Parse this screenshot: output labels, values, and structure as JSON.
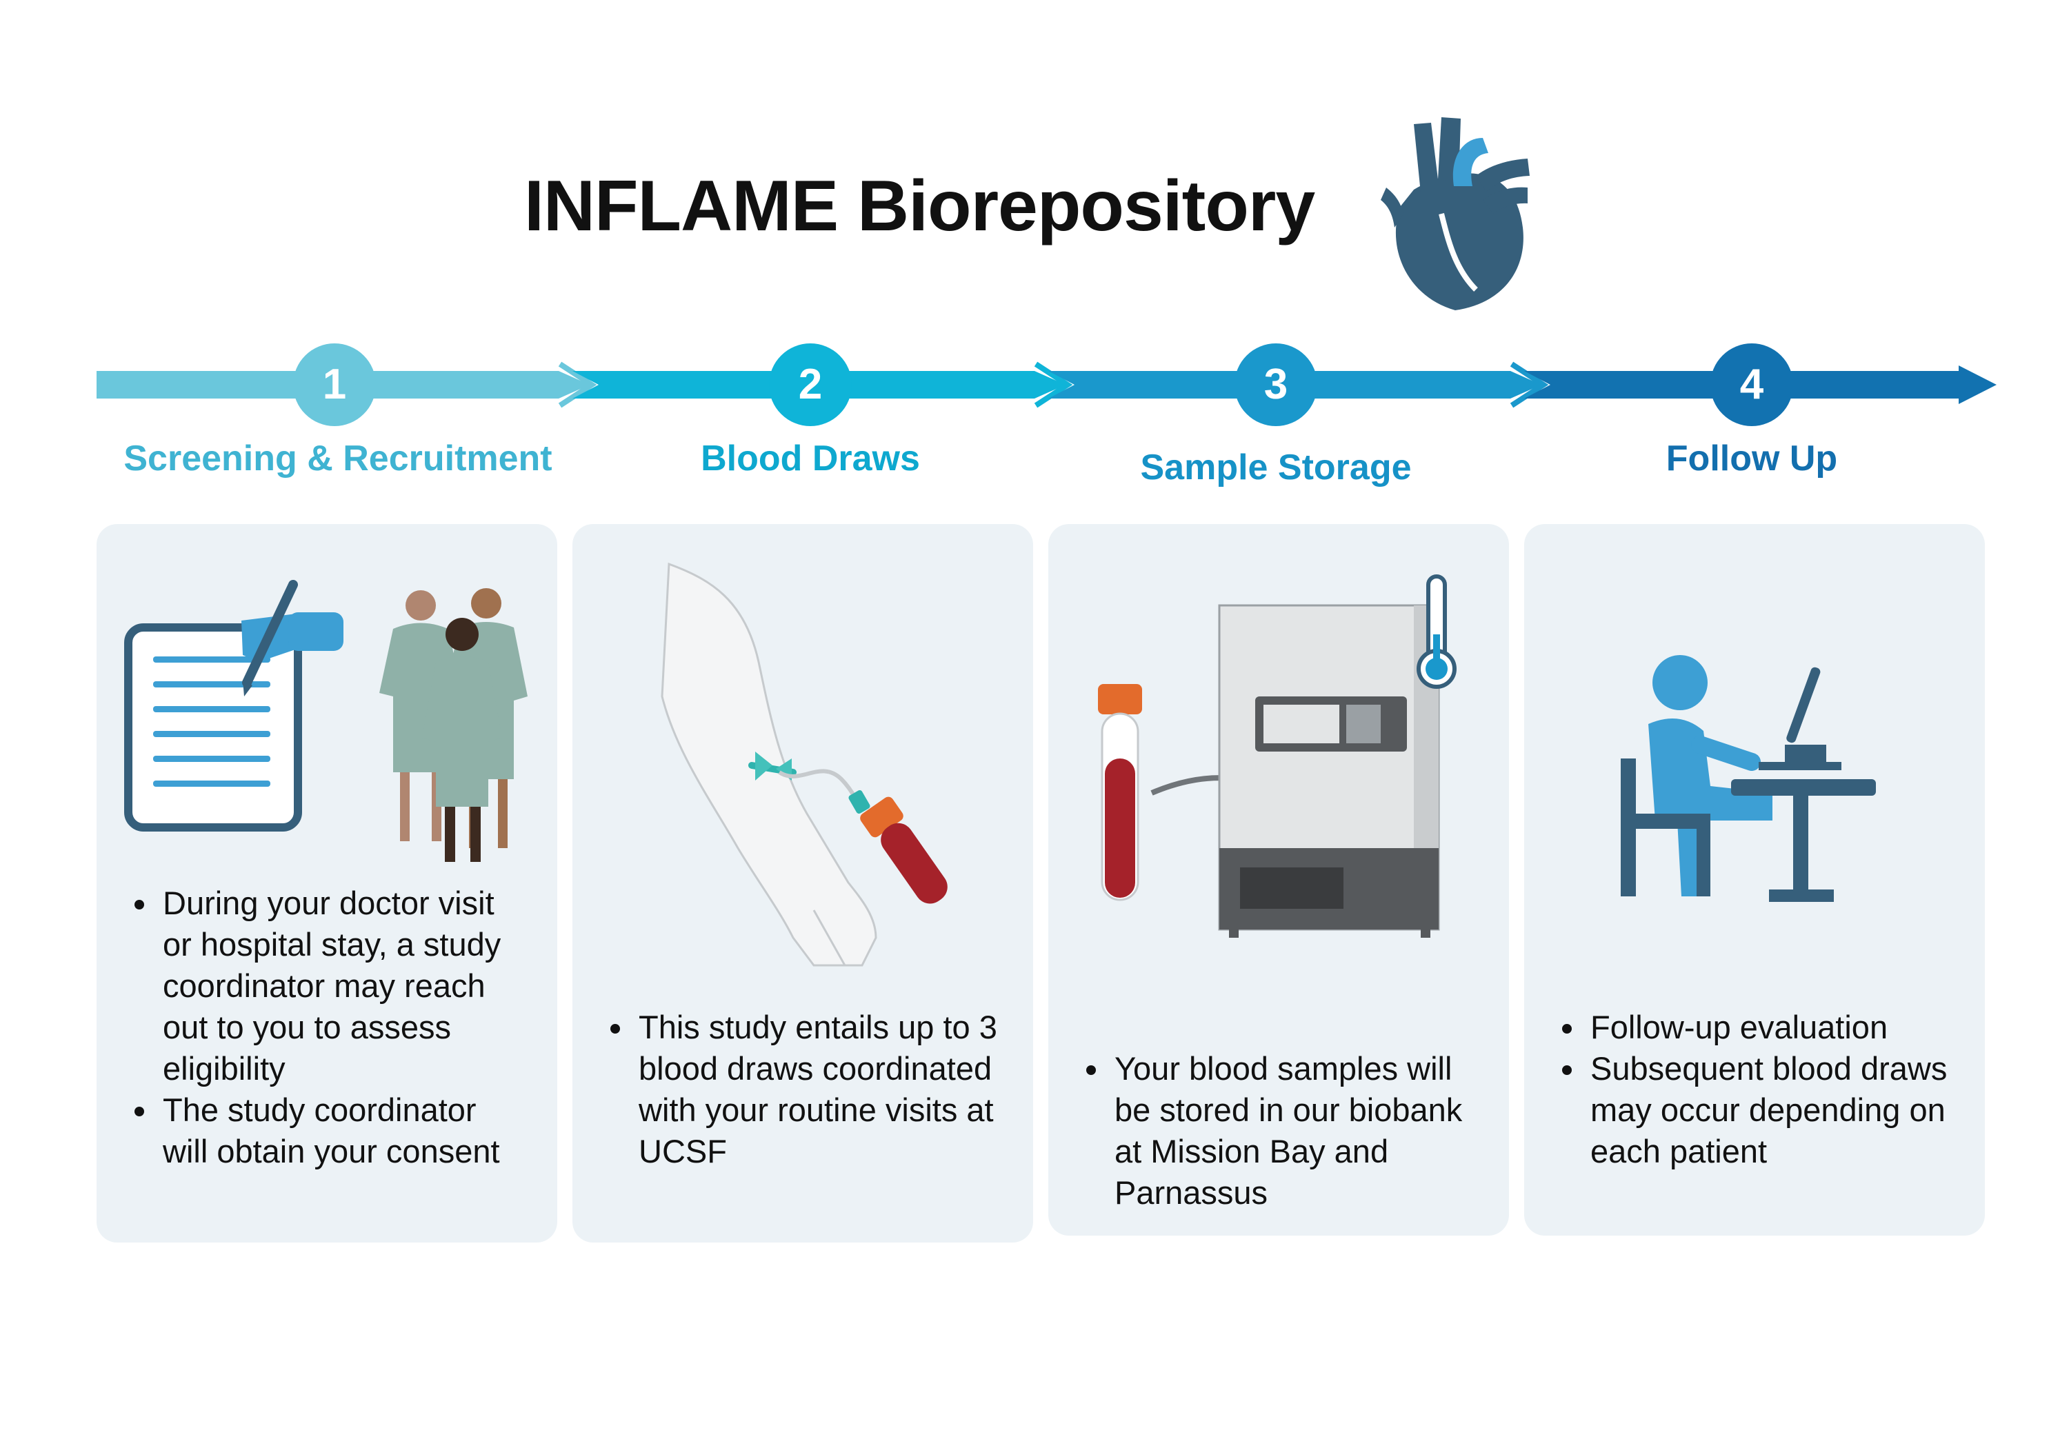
{
  "title": "INFLAME Biorepository",
  "icons": {
    "heart": "heart-icon",
    "clipboard": "clipboard-icon",
    "patients": "patients-icon",
    "arm": "arm-blood-draw-icon",
    "tube": "blood-tube-icon",
    "freezer": "freezer-icon",
    "thermometer": "thermometer-icon",
    "person": "person-at-computer-icon"
  },
  "colors": {
    "step1": "#6ac7dc",
    "step2": "#0fb4d8",
    "step3": "#1a98cc",
    "step4": "#1272b0",
    "card_bg": "#ecf2f6",
    "heart": "#365f7b"
  },
  "steps": [
    {
      "number": "1",
      "label": "Screening & Recruitment",
      "bullets": [
        "During your doctor visit or hospital stay, a study coordinator may reach out to you to assess eligibility",
        "The study coordinator will obtain your consent"
      ]
    },
    {
      "number": "2",
      "label": "Blood Draws",
      "bullets": [
        "This study entails up to 3 blood draws coordinated with your routine visits at UCSF"
      ]
    },
    {
      "number": "3",
      "label": "Sample Storage",
      "bullets": [
        "Your blood samples will be stored in our biobank at Mission Bay and Parnassus"
      ]
    },
    {
      "number": "4",
      "label": "Follow Up",
      "bullets": [
        "Follow-up evaluation",
        "Subsequent blood draws may occur depending on each patient"
      ]
    }
  ]
}
